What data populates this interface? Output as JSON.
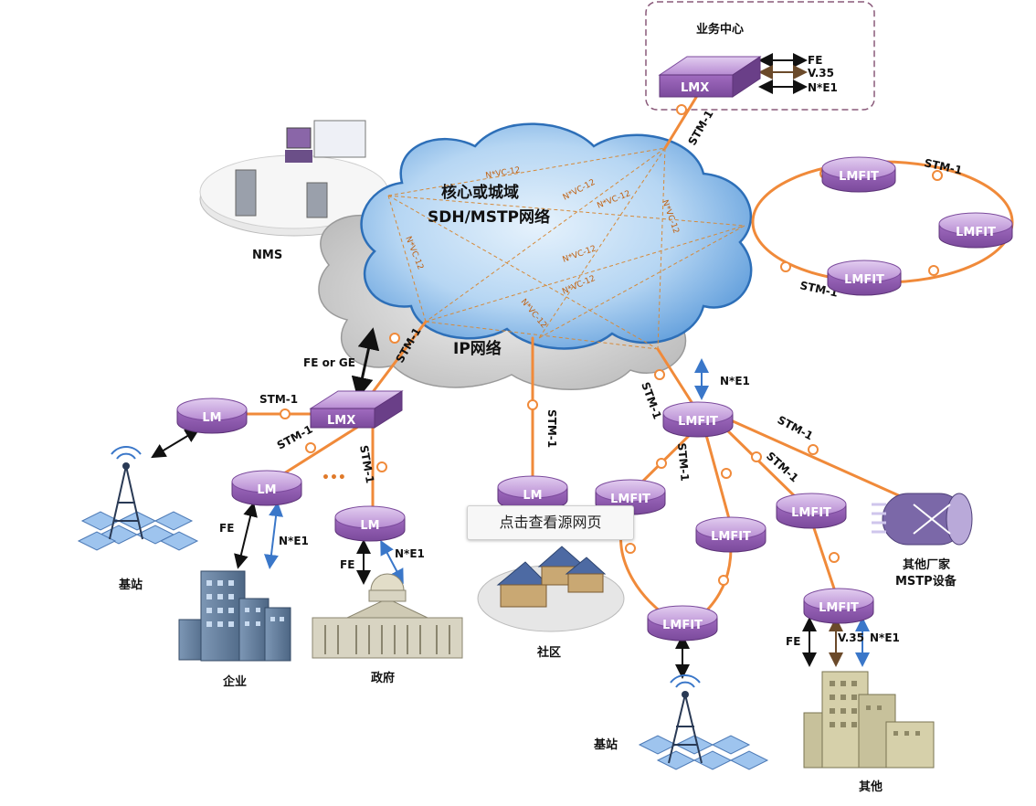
{
  "business_center": {
    "title": "业务中心",
    "device": "LMX",
    "interfaces": [
      "FE",
      "V.35",
      "N*E1"
    ]
  },
  "nms": {
    "label": "NMS"
  },
  "core_cloud": {
    "line1": "核心或城域",
    "line2": "SDH/MSTP网络"
  },
  "ip_cloud": {
    "label": "IP网络"
  },
  "vc_labels": [
    "N*VC-12",
    "N*VC-12",
    "N*VC-12",
    "N*VC-12",
    "N*VC-12",
    "N*VC-12",
    "N*VC-12",
    "N*VC-12"
  ],
  "ring": {
    "devices": [
      "LMFIT",
      "LMFIT",
      "LMFIT"
    ],
    "stm_top": "STM-1",
    "stm_bottom": "STM-1"
  },
  "links": {
    "stm_center_top": "STM-1",
    "stm_left_cloud": "STM-1",
    "fe_or_ge": "FE or GE",
    "stm_lm_lmx": "STM-1",
    "stm_lmx_lm": "STM-1",
    "stm_lmx_down": "STM-1",
    "stm_community": "STM-1",
    "stm_right_cloud": "STM-1",
    "ne1_right": "N*E1",
    "stm_lmfit_down": "STM-1",
    "stm_lmfit_r1": "STM-1",
    "stm_lmfit_r2": "STM-1"
  },
  "left": {
    "lmx": "LMX",
    "lm_top": "LM",
    "lm_enterprise": "LM",
    "lm_gov": "LM",
    "fe1": "FE",
    "ne1_1": "N*E1",
    "fe2": "FE",
    "ne1_2": "N*E1",
    "base_station": "基站",
    "enterprise": "企业",
    "government": "政府",
    "dots": "•••"
  },
  "community": {
    "device": "LM",
    "label": "社区"
  },
  "right": {
    "lmfit_main": "LMFIT",
    "lmfit_a": "LMFIT",
    "lmfit_b": "LMFIT",
    "lmfit_bottom": "LMFIT",
    "lmfit_c": "LMFIT",
    "lmfit_other": "LMFIT",
    "vendor_line1": "其他厂家",
    "vendor_line2": "MSTP设备",
    "base_station": "基站",
    "other": "其他",
    "fe": "FE",
    "v35": "V.35",
    "ne1": "N*E1"
  },
  "tooltip": {
    "text": "点击查看源网页"
  },
  "colors": {
    "link": "#f08a3a",
    "device": "#9b5fb8",
    "device_light": "#c9a5de",
    "cloud_blue": "#9cc8ee",
    "cloud_grey": "#cfcfcf",
    "arrow_blue": "#3a77c9"
  }
}
